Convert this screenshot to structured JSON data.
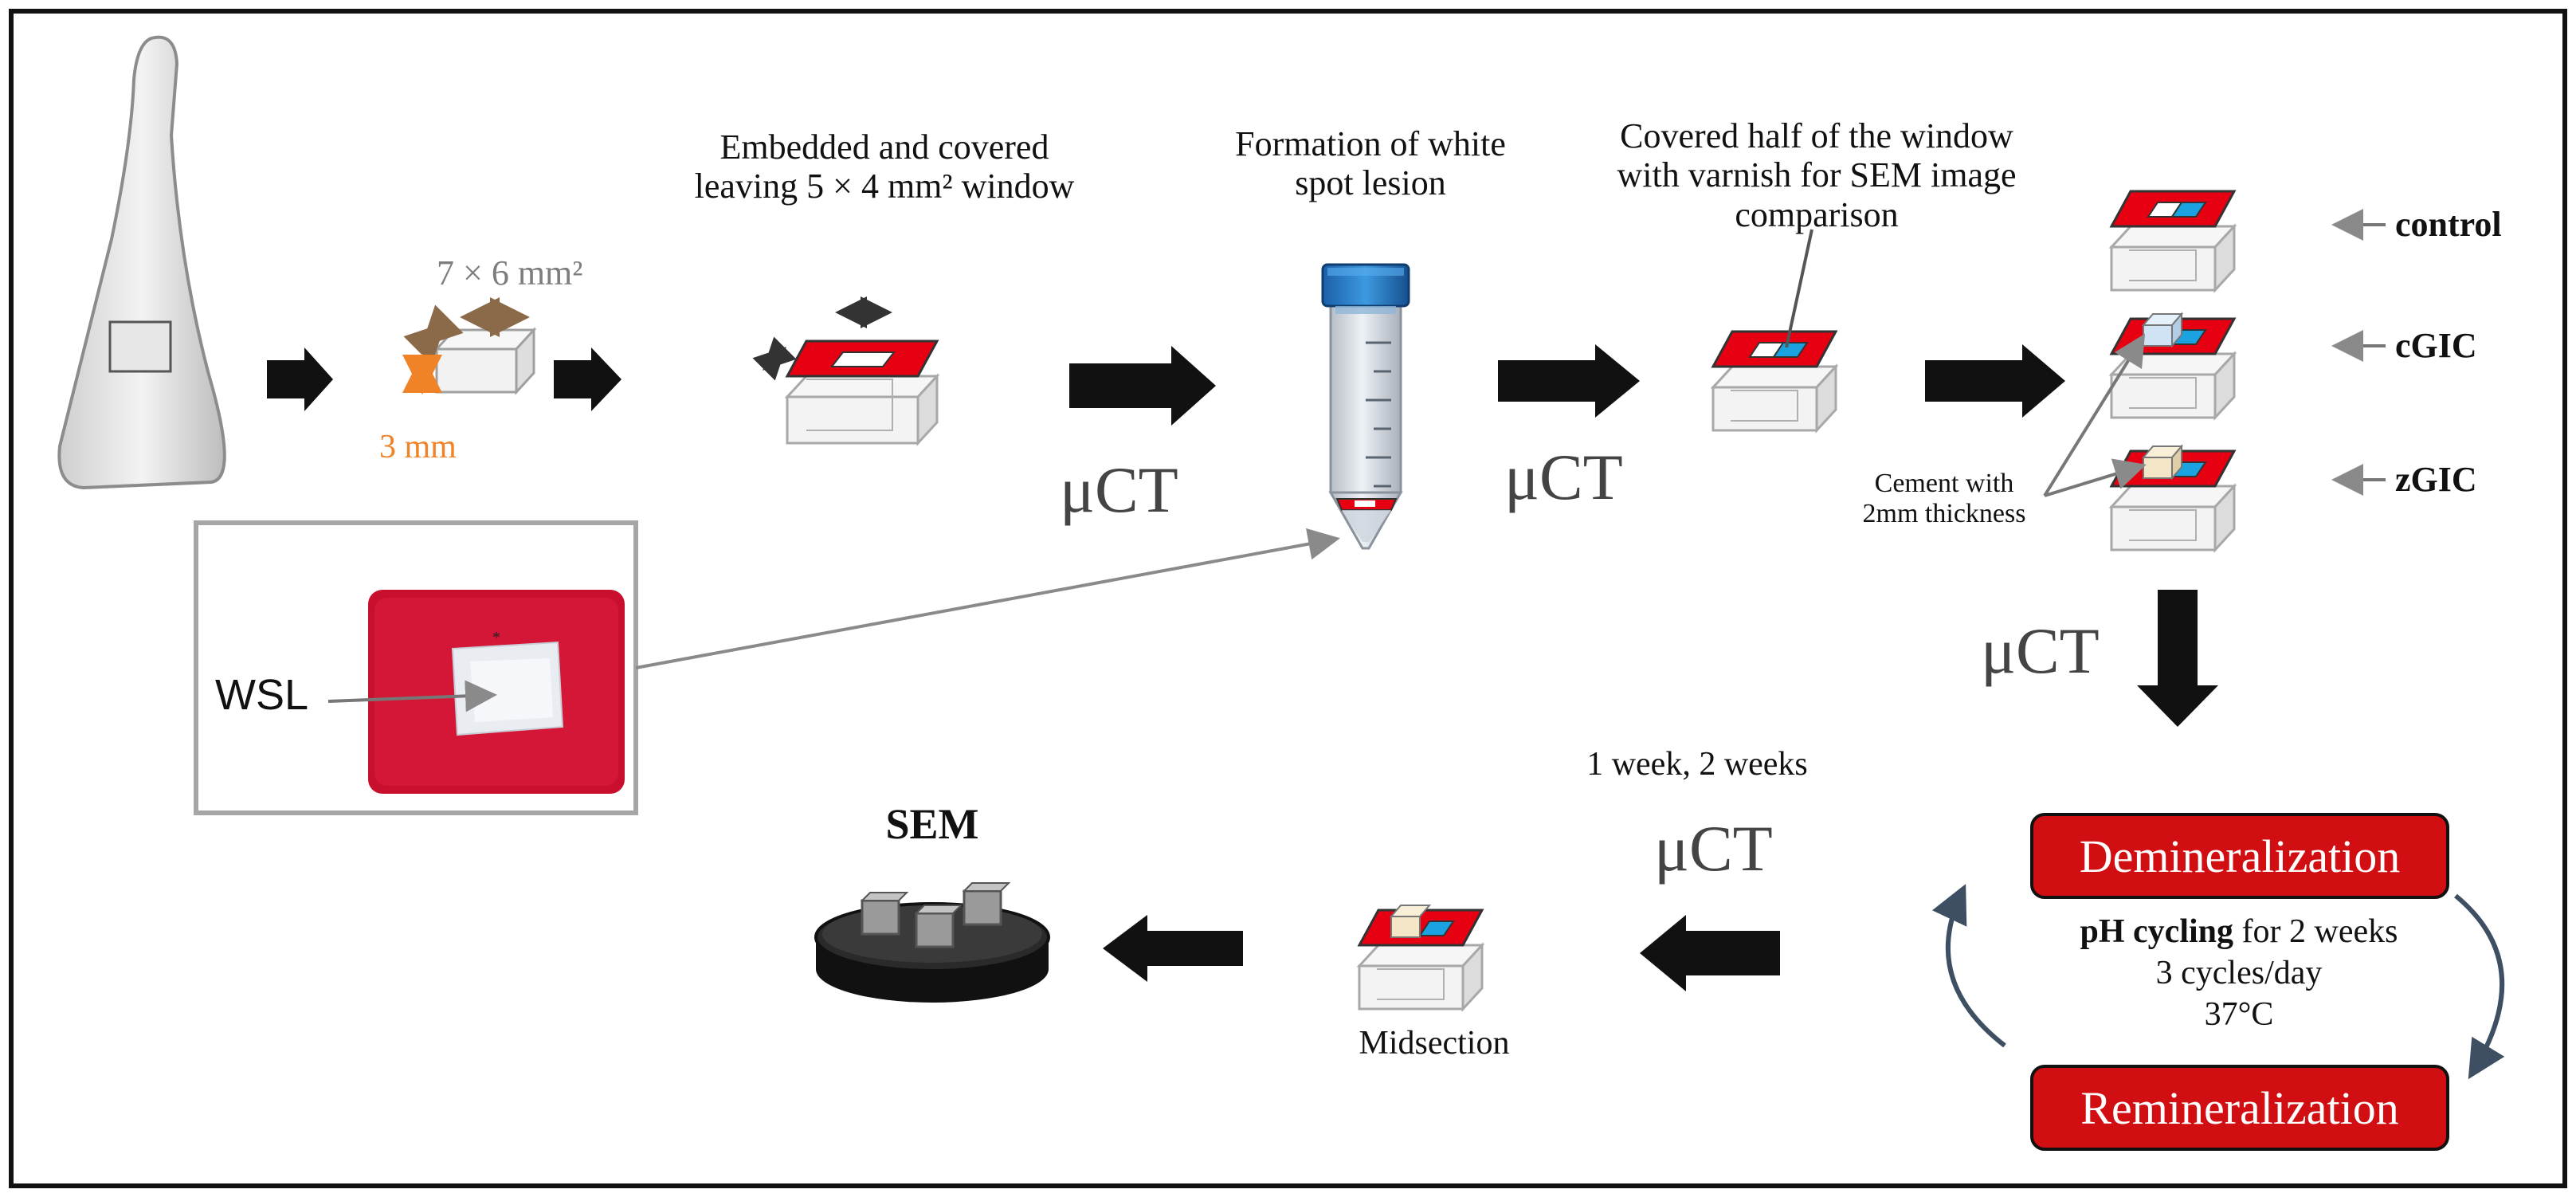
{
  "steps": {
    "step1": "Embedded and covered\nleaving 5 × 4 mm² window",
    "step2": "Formation of white\nspot lesion",
    "step3": "Covered half of the window\nwith varnish for SEM image\ncomparison"
  },
  "dims": {
    "block": "7 × 6 mm²",
    "height": "3 mm"
  },
  "micro_ct": "μCT",
  "groups": [
    "control",
    "cGIC",
    "zGIC"
  ],
  "cement_note": "Cement with\n2mm thickness",
  "inset": {
    "wsl": "WSL"
  },
  "cycling": {
    "demin": "Demineralization",
    "remin": "Remineralization",
    "ph_bold": "pH cycling",
    "ph_rest": " for 2 weeks",
    "cycles": "3 cycles/day",
    "temp": "37°C"
  },
  "timepoints": "1 week, 2 weeks",
  "midsection": "Midsection",
  "sem": "SEM",
  "colors": {
    "red": "#d10f12",
    "blue": "#1aa3e0",
    "cement_blue": "#cfe3f5",
    "cement_yellow": "#f2e6c6",
    "orange": "#f08228"
  }
}
